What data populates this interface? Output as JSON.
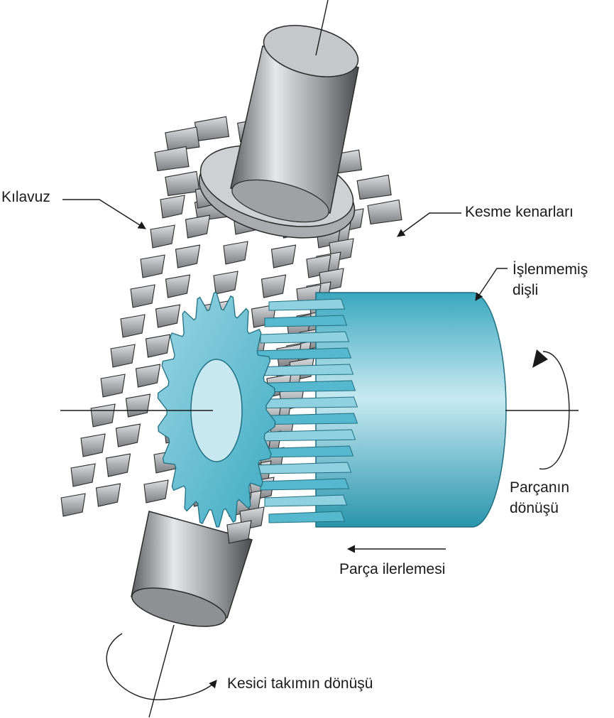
{
  "labels": {
    "hob": "Kılavuz",
    "cutting_edges": "Kesme kenarları",
    "gear_blank_line1": "İşlenmemiş",
    "gear_blank_line2": "dişli",
    "work_rotation_line1": "Parçanın",
    "work_rotation_line2": "dönüşü",
    "work_feed": "Parça ilerlemesi",
    "cutter_rotation": "Kesici takımın dönüşü"
  },
  "colors": {
    "hob_light": "#d9dadc",
    "hob_mid": "#a4a6a9",
    "hob_dark": "#4e5053",
    "blank_light": "#c9eaf2",
    "blank_mid": "#6cc2d6",
    "blank_dark": "#2a95ad",
    "line": "#1a1a1a"
  },
  "icons": {
    "hob": "hob-cutter-icon",
    "blank": "gear-blank-icon"
  }
}
